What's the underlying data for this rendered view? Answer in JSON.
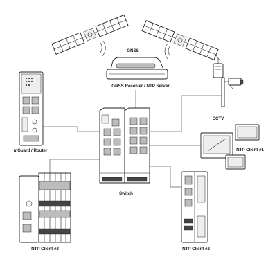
{
  "labels": {
    "gnss": "GNSS",
    "receiver": "GNSS Receiver / NTP Server",
    "cctv": "CCTV",
    "router": "mGuard / Router",
    "switch": "Switch",
    "client1": "NTP Client #1",
    "client2": "NTP Client #2",
    "client3": "NTP Client #3"
  }
}
